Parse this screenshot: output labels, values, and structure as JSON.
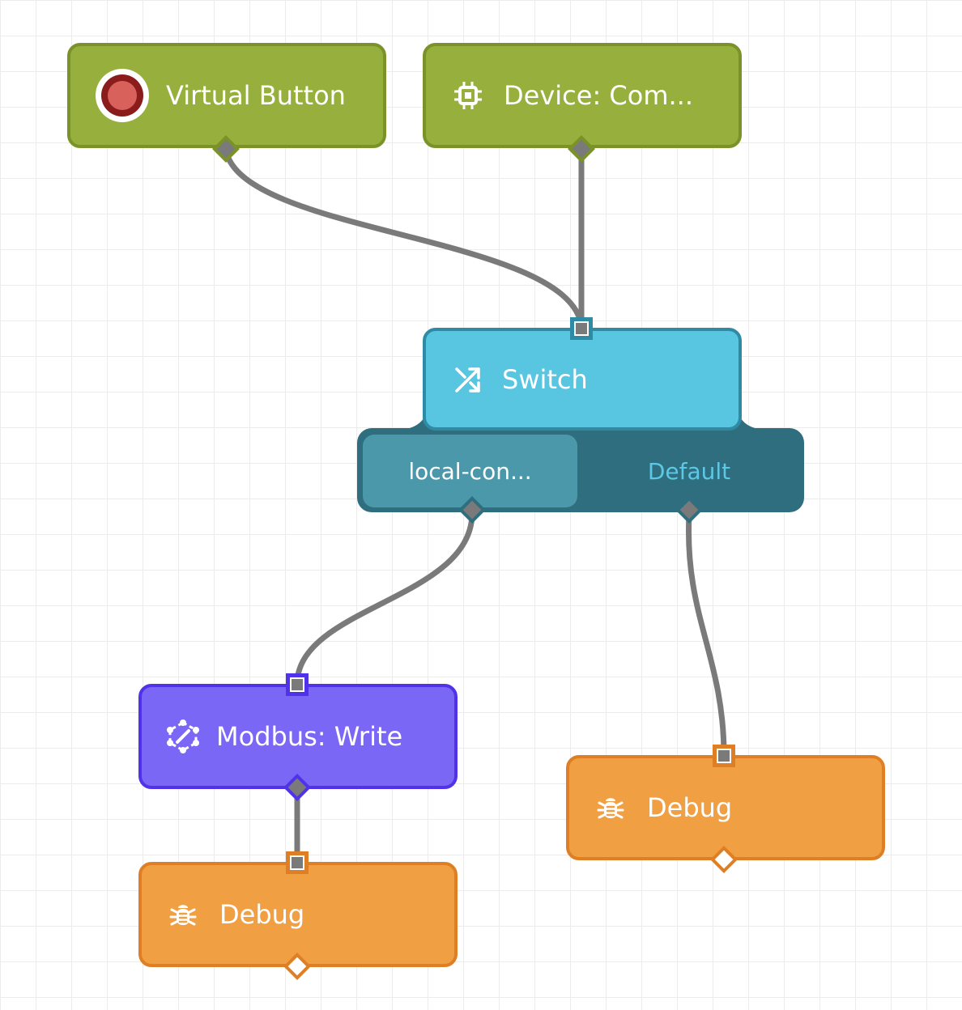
{
  "nodes": {
    "virtual_button": {
      "label": "Virtual Button",
      "icon": "record-button-icon"
    },
    "device": {
      "label": "Device: Com...",
      "icon": "chip-icon"
    },
    "switch": {
      "label": "Switch",
      "icon": "shuffle-icon",
      "outputs": [
        {
          "label": "local-con...",
          "selected": true
        },
        {
          "label": "Default",
          "selected": false
        }
      ]
    },
    "modbus_write": {
      "label": "Modbus: Write",
      "icon": "modbus-icon"
    },
    "debug_left": {
      "label": "Debug",
      "icon": "bug-icon"
    },
    "debug_right": {
      "label": "Debug",
      "icon": "bug-icon"
    }
  },
  "colors": {
    "trigger": "#97b03d",
    "switch": "#58c6e1",
    "switch_tray": "#2e6e7e",
    "modbus": "#7b67f5",
    "debug": "#f19f43",
    "wire": "#7a7a7a"
  }
}
